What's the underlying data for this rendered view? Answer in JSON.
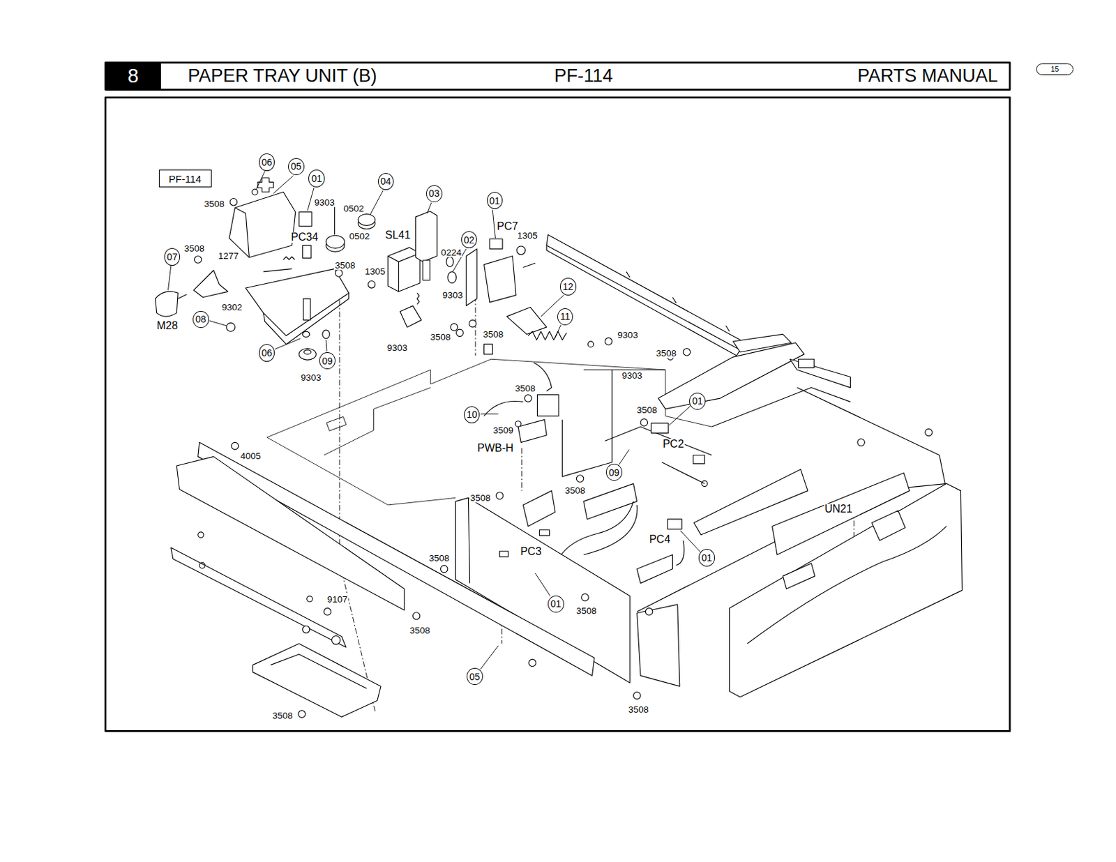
{
  "diagram": {
    "title": "PAPER TRAY UNIT (B)",
    "nodes": [
      {
        "text": [
          "8"
        ]
      },
      {
        "text": [
          "15"
        ]
      },
      {
        "text": [
          "PF-114"
        ]
      },
      {
        "text": [
          "06"
        ]
      },
      {
        "text": [
          "05"
        ]
      },
      {
        "text": [
          "01"
        ]
      },
      {
        "text": [
          "04"
        ]
      },
      {
        "text": [
          "03"
        ]
      },
      {
        "text": [
          "01"
        ]
      },
      {
        "text": [
          "02"
        ]
      },
      {
        "text": [
          "07"
        ]
      },
      {
        "text": [
          "12"
        ]
      },
      {
        "text": [
          "11"
        ]
      },
      {
        "text": [
          "08"
        ]
      },
      {
        "text": [
          "06"
        ]
      },
      {
        "text": [
          "09"
        ]
      },
      {
        "text": [
          "10"
        ]
      },
      {
        "text": [
          "01"
        ]
      },
      {
        "text": [
          "09"
        ]
      },
      {
        "text": [
          "01"
        ]
      },
      {
        "text": [
          "01"
        ]
      },
      {
        "text": [
          "05"
        ]
      }
    ],
    "labels": [
      "PF-114",
      "PARTS MANUAL",
      "3508",
      "9303",
      "0502",
      "PC34",
      "0502",
      "SL41",
      "PC7",
      "1305",
      "3508",
      "1277",
      "0224",
      "3508",
      "1305",
      "9303",
      "9302",
      "M28",
      "9303",
      "3508",
      "3508",
      "9303",
      "3508",
      "9303",
      "9303",
      "3508",
      "3508",
      "3509",
      "PC2",
      "PWB-H",
      "4005",
      "3508",
      "3508",
      "UN21",
      "PC4",
      "PC3",
      "3508",
      "9107",
      "3508",
      "3508",
      "3508",
      "3508"
    ]
  }
}
